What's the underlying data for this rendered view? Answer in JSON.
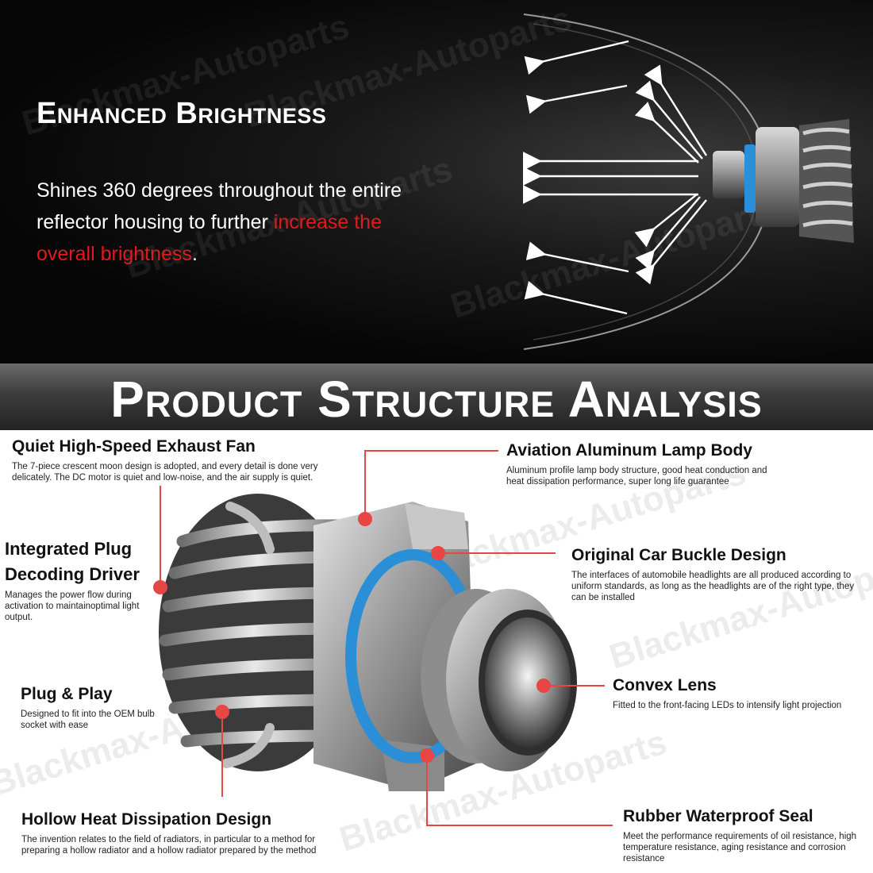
{
  "hero": {
    "title": "Enhanced Brightness",
    "text_main": "Shines 360 degrees throughout the entire reflector housing to further",
    "text_red": "increase the overall brightness",
    "text_end": "."
  },
  "section_title": "Product Structure Analysis",
  "watermark": "Blackmax-Autoparts",
  "features": {
    "fan": {
      "title": "Quiet High-Speed Exhaust Fan",
      "desc": "The 7-piece crescent moon design is adopted, and every detail is done very delicately. The DC motor is quiet and low-noise, and the air supply is quiet."
    },
    "driver": {
      "title_line1": "Integrated Plug",
      "title_line2": "Decoding Driver",
      "desc": "Manages the power flow during activation to maintainoptimal light output."
    },
    "plug": {
      "title": "Plug & Play",
      "desc": "Designed to fit into the OEM bulb socket with ease"
    },
    "hollow": {
      "title": "Hollow Heat Dissipation Design",
      "desc": "The invention relates to the field of radiators, in particular to a method for preparing a hollow radiator and a hollow radiator prepared by the method"
    },
    "body": {
      "title": "Aviation Aluminum Lamp Body",
      "desc": "Aluminum profile lamp body structure, good heat conduction and heat dissipation performance, super long life guarantee"
    },
    "buckle": {
      "title": "Original Car Buckle Design",
      "desc": "The interfaces of automobile headlights are all produced according to uniform standards, as long as the headlights are of the right type, they can be installed"
    },
    "lens": {
      "title": "Convex Lens",
      "desc": "Fitted to the front-facing LEDs to intensify light projection"
    },
    "seal": {
      "title": "Rubber Waterproof Seal",
      "desc": "Meet the performance requirements of oil resistance, high temperature resistance, aging resistance and corrosion resistance"
    }
  },
  "colors": {
    "accent_red": "#e11b1b",
    "callout_red": "#e84545",
    "seal_blue": "#2a8fd6"
  }
}
